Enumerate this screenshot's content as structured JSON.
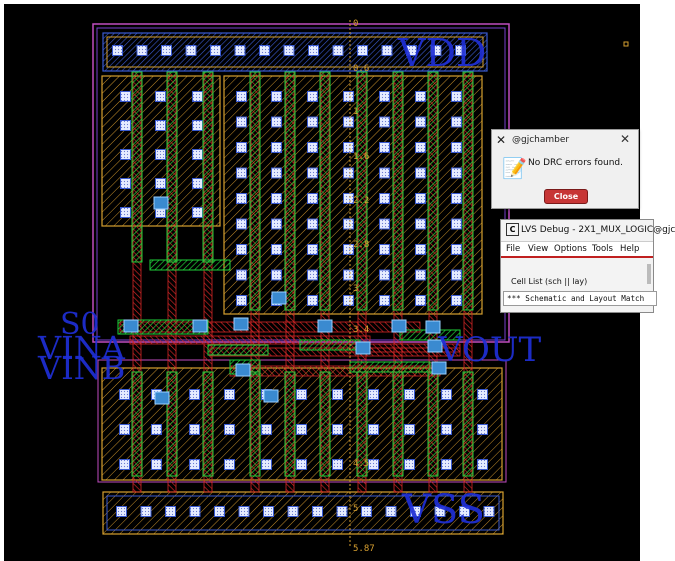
{
  "canvas": {
    "labels": {
      "vdd": "VDD",
      "s0": "S0",
      "vina": "VINA",
      "vina_b": "VINB",
      "vout": "VOUT",
      "vss": "VSS"
    },
    "rulers": {
      "top": "0",
      "r1": "0.6",
      "r2": "1",
      "r3": "1.6",
      "r4": "2.2",
      "r5": "2.8",
      "r6": "3",
      "r7": "3.4",
      "r8": "4.5",
      "r9": "5",
      "bottom": "5.87"
    },
    "colors": {
      "background": "#000000",
      "metal1": "#1fcf3a",
      "poly": "#c42020",
      "nwell": "#c04dc0",
      "active": "#d6a030",
      "contact": "#dfe8ff",
      "via": "#3a8ad0"
    }
  },
  "drc_dialog": {
    "title": "@gjchamber",
    "message": "No DRC errors found.",
    "close_label": "Close",
    "close_icon": "close-icon",
    "app_icon": "x-logo-icon"
  },
  "lvs_window": {
    "title": "LVS Debug - 2X1_MUX_LOGIC@gjc",
    "logo": "C",
    "menu": [
      "File",
      "View",
      "Options",
      "Tools",
      "Help"
    ],
    "cell_list_label": "Cell List (sch || lay)",
    "output": "*** Schematic and Layout Match"
  }
}
